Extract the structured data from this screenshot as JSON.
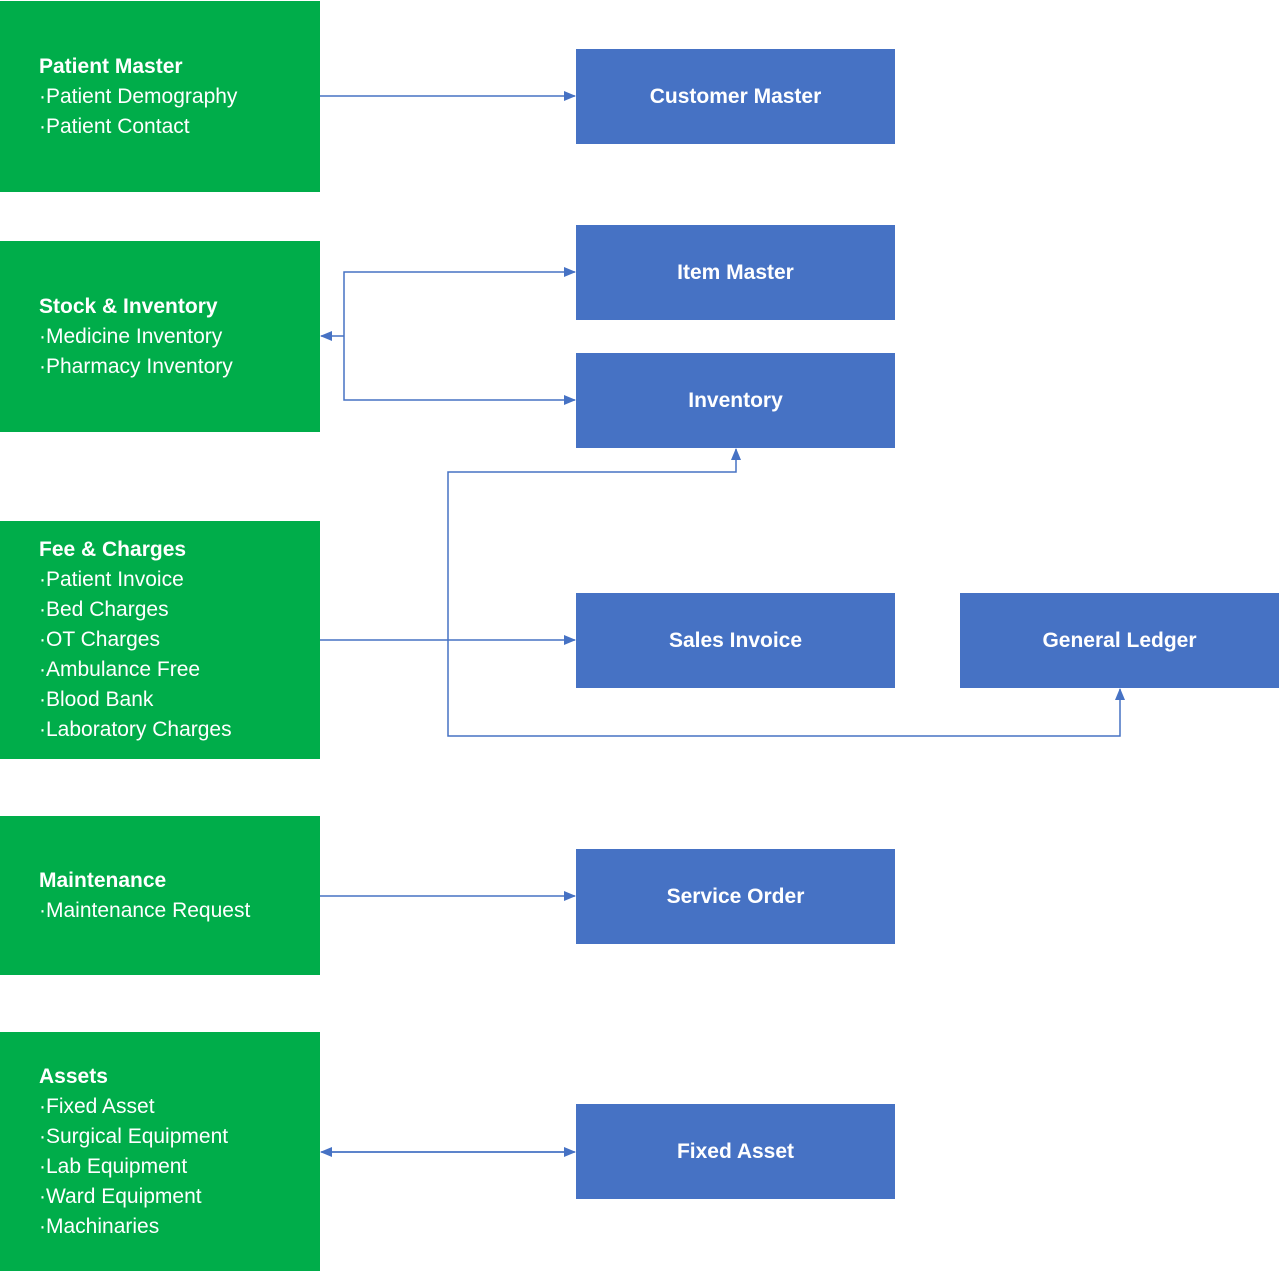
{
  "source_boxes": {
    "patient_master": {
      "title": "Patient Master",
      "items": [
        "·Patient Demography",
        "·Patient Contact"
      ]
    },
    "stock_inventory": {
      "title": "Stock & Inventory",
      "items": [
        "·Medicine Inventory",
        "·Pharmacy Inventory"
      ]
    },
    "fee_charges": {
      "title": "Fee & Charges",
      "items": [
        "·Patient Invoice",
        "·Bed Charges",
        "·OT Charges",
        "·Ambulance Free",
        "·Blood Bank",
        "·Laboratory Charges"
      ]
    },
    "maintenance": {
      "title": "Maintenance",
      "items": [
        "·Maintenance Request"
      ]
    },
    "assets": {
      "title": "Assets",
      "items": [
        "·Fixed Asset",
        "·Surgical Equipment",
        "·Lab Equipment",
        "·Ward Equipment",
        "·Machinaries"
      ]
    }
  },
  "target_boxes": {
    "customer_master": "Customer Master",
    "item_master": "Item Master",
    "inventory": "Inventory",
    "sales_invoice": "Sales Invoice",
    "general_ledger": "General Ledger",
    "service_order": "Service Order",
    "fixed_asset": "Fixed Asset"
  },
  "colors": {
    "source_fill": "#00ad4a",
    "target_fill": "#4672c4",
    "connector": "#4672c4"
  }
}
